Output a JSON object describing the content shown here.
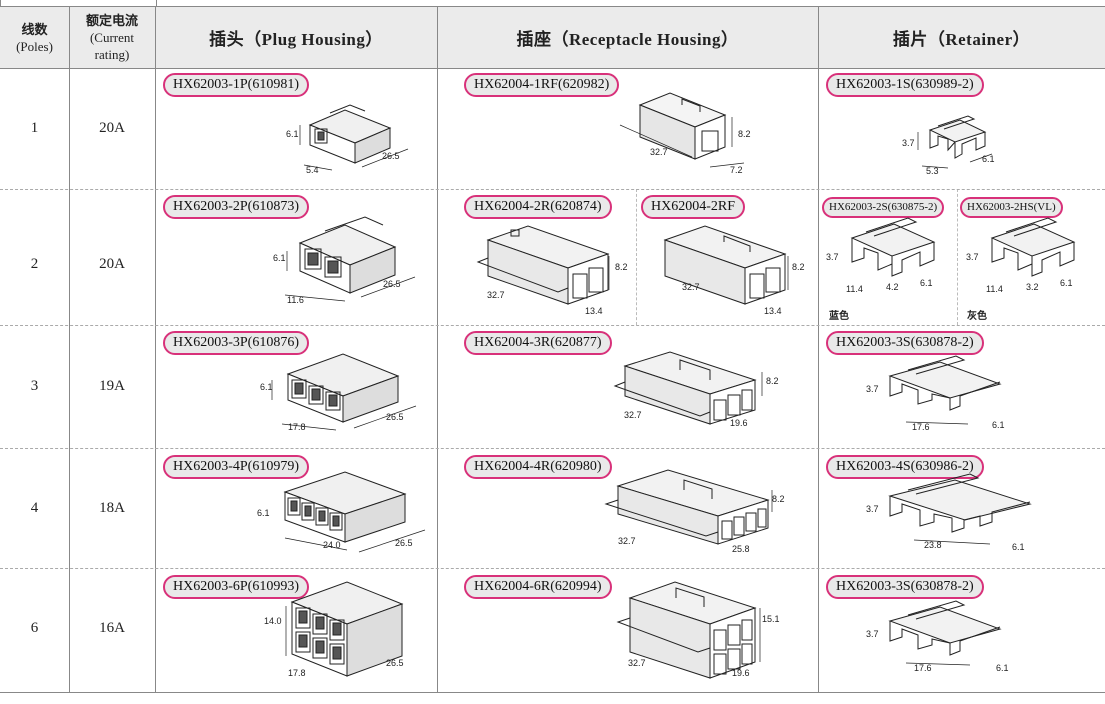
{
  "header": {
    "poles_cn": "线数",
    "poles_en": "(Poles)",
    "current_cn": "额定电流",
    "current_en1": "(Current",
    "current_en2": "rating)",
    "plug": "插头（Plug Housing）",
    "receptacle": "插座（Receptacle Housing）",
    "retainer": "插片（Retainer）"
  },
  "rows": [
    {
      "poles": "1",
      "current": "20A",
      "plug": {
        "label": "HX62003-1P(610981)",
        "dims": [
          "6.1",
          "5.4",
          "26.5"
        ]
      },
      "receptacle": {
        "label": "HX62004-1RF(620982)",
        "dims": [
          "32.7",
          "8.2",
          "7.2"
        ]
      },
      "retainer": {
        "label": "HX62003-1S(630989-2)",
        "dims": [
          "3.7",
          "5.3",
          "6.1"
        ]
      }
    },
    {
      "poles": "2",
      "current": "20A",
      "plug": {
        "label": "HX62003-2P(610873)",
        "dims": [
          "6.1",
          "11.6",
          "26.5"
        ]
      },
      "receptacle": {
        "label": "HX62004-2R(620874)",
        "dims": [
          "32.7",
          "8.2",
          "13.4"
        ]
      },
      "receptacle2": {
        "label": "HX62004-2RF",
        "dims": [
          "32.7",
          "8.2",
          "13.4"
        ]
      },
      "retainer": {
        "label": "HX62003-2S(630875-2)",
        "dims": [
          "3.7",
          "11.4",
          "4.2",
          "6.1"
        ],
        "color": "蓝色"
      },
      "retainer2": {
        "label": "HX62003-2HS(VL)",
        "dims": [
          "3.7",
          "11.4",
          "3.2",
          "6.1"
        ],
        "color": "灰色"
      }
    },
    {
      "poles": "3",
      "current": "19A",
      "plug": {
        "label": "HX62003-3P(610876)",
        "dims": [
          "6.1",
          "17.8",
          "26.5"
        ]
      },
      "receptacle": {
        "label": "HX62004-3R(620877)",
        "dims": [
          "32.7",
          "8.2",
          "19.6"
        ]
      },
      "retainer": {
        "label": "HX62003-3S(630878-2)",
        "dims": [
          "3.7",
          "17.6",
          "6.1"
        ]
      }
    },
    {
      "poles": "4",
      "current": "18A",
      "plug": {
        "label": "HX62003-4P(610979)",
        "dims": [
          "6.1",
          "24.0",
          "26.5"
        ]
      },
      "receptacle": {
        "label": "HX62004-4R(620980)",
        "dims": [
          "32.7",
          "8.2",
          "25.8"
        ]
      },
      "retainer": {
        "label": "HX62003-4S(630986-2)",
        "dims": [
          "3.7",
          "23.8",
          "6.1"
        ]
      }
    },
    {
      "poles": "6",
      "current": "16A",
      "plug": {
        "label": "HX62003-6P(610993)",
        "dims": [
          "14.0",
          "17.8",
          "26.5"
        ]
      },
      "receptacle": {
        "label": "HX62004-6R(620994)",
        "dims": [
          "32.7",
          "15.1",
          "19.6"
        ]
      },
      "retainer": {
        "label": "HX62003-3S(630878-2)",
        "dims": [
          "3.7",
          "17.6",
          "6.1"
        ]
      }
    }
  ]
}
